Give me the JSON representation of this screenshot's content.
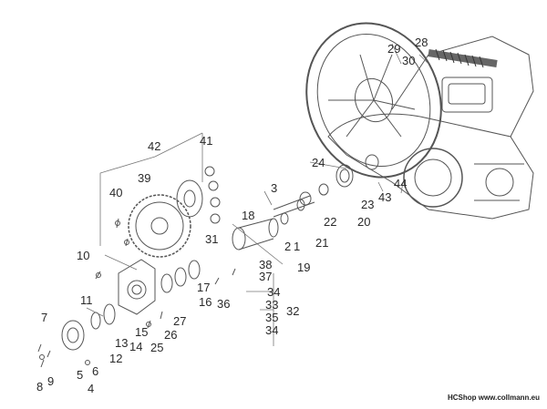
{
  "callouts": [
    "1",
    "2",
    "3",
    "4",
    "5",
    "6",
    "7",
    "8",
    "9",
    "10",
    "11",
    "12",
    "13",
    "14",
    "15",
    "16",
    "17",
    "18",
    "19",
    "20",
    "21",
    "22",
    "23",
    "24",
    "25",
    "26",
    "27",
    "28",
    "29",
    "30",
    "31",
    "32",
    "33",
    "34",
    "35",
    "36",
    "37",
    "38",
    "39",
    "40",
    "41",
    "42",
    "43",
    "44"
  ],
  "footer": "HCShop www.collmann.eu"
}
